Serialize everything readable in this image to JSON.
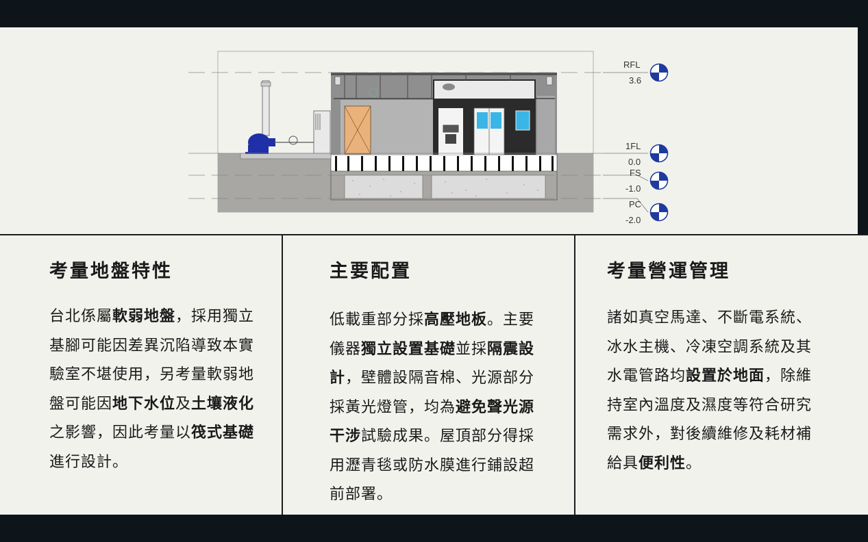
{
  "diagram": {
    "levels": [
      {
        "name": "RFL",
        "value": "3.6"
      },
      {
        "name": "1FL",
        "value": "0.0"
      },
      {
        "name": "FS",
        "value": "-1.0"
      },
      {
        "name": "PC",
        "value": "-2.0"
      }
    ],
    "colors": {
      "ground": "#a9a7a4",
      "walls": "#8f8f8f",
      "pump": "#1f2fa8",
      "door_wood": "#e9b27a",
      "glass": "#39b6e6",
      "level_marker": "#1f3a9e"
    }
  },
  "sections": [
    {
      "title": "考量地盤特性",
      "parts": [
        {
          "t": "台北係屬",
          "b": false
        },
        {
          "t": "軟弱地盤",
          "b": true
        },
        {
          "t": "，採用獨立基腳可能因差異沉陷導致本實驗室不堪使用，另考量軟弱地盤可能因",
          "b": false
        },
        {
          "t": "地下水位",
          "b": true
        },
        {
          "t": "及",
          "b": false
        },
        {
          "t": "土壤液化",
          "b": true
        },
        {
          "t": "之影響，因此考量以",
          "b": false
        },
        {
          "t": "筏式基礎",
          "b": true
        },
        {
          "t": "進行設計。",
          "b": false
        }
      ]
    },
    {
      "title": "主要配置",
      "parts": [
        {
          "t": "低載重部分採",
          "b": false
        },
        {
          "t": "高壓地板",
          "b": true
        },
        {
          "t": "。主要儀器",
          "b": false
        },
        {
          "t": "獨立設置基礎",
          "b": true
        },
        {
          "t": "並採",
          "b": false
        },
        {
          "t": "隔震設計",
          "b": true
        },
        {
          "t": "，壁體設隔音棉、光源部分採黃光燈管，均為",
          "b": false
        },
        {
          "t": "避免聲光源干涉",
          "b": true
        },
        {
          "t": "試驗成果。屋頂部分得採用瀝青毯或防水膜進行鋪設超前部署。",
          "b": false
        }
      ]
    },
    {
      "title": "考量營運管理",
      "parts": [
        {
          "t": "諸如真空馬達、不斷電系統、冰水主機、冷凍空調系統及其水電管路均",
          "b": false
        },
        {
          "t": "設置於地面",
          "b": true
        },
        {
          "t": "，除維持室內溫度及濕度等符合研究需求外，對後續維修及耗材補給具",
          "b": false
        },
        {
          "t": "便利性",
          "b": true
        },
        {
          "t": "。",
          "b": false
        }
      ]
    }
  ]
}
